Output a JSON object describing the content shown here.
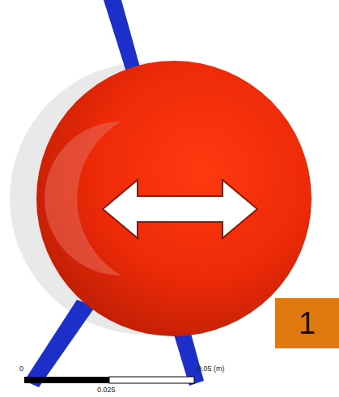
{
  "diagram": {
    "labels": [
      "1",
      "0",
      "0.025",
      "0.05 (m)"
    ]
  }
}
